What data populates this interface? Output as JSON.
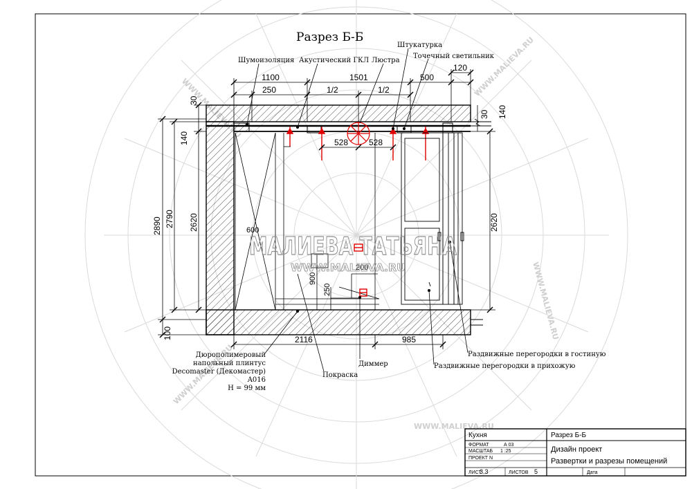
{
  "drawing": {
    "title": "Разрез Б-Б",
    "watermark": {
      "name": "МАЛИЕВА ТАТЬЯНА",
      "site": "WWW.MALIEVA.RU"
    },
    "callouts": {
      "sound_insulation": "Шумоизоляция",
      "acoustic_gkl": "Акустический ГКЛ",
      "chandelier": "Люстра",
      "plaster": "Штукатурка",
      "spotlight": "Точечный светильник",
      "sliding_living": "Раздвижные перегородки в гостиную",
      "sliding_hall": "Раздвижные перегородки в прихожую",
      "dimmer": "Диммер",
      "paint": "Покраска",
      "skirting": [
        "Дюрополимеровый",
        "напольный плинтус",
        "Decomaster (Декомастер)",
        "A016",
        "H = 99 мм"
      ]
    },
    "dimensions": {
      "top_1100": "1100",
      "top_1501": "1501",
      "top_500": "500",
      "top_120": "120",
      "top_250": "250",
      "half_a": "1/2",
      "half_b": "1/2",
      "d528a": "528",
      "d528b": "528",
      "left_30": "30",
      "left_140": "140",
      "left_2890": "2890",
      "left_2790": "2790",
      "left_2620": "2620",
      "left_100": "100",
      "right_30": "30",
      "right_140": "140",
      "right_2620": "2620",
      "bottom_2116": "2116",
      "bottom_985": "985",
      "d600": "600",
      "d900": "900",
      "d250": "250",
      "d200": "200"
    }
  },
  "title_block": {
    "room": "Кухня",
    "sheet_title": "Разрез Б-Б",
    "format_label": "ФОРМАТ",
    "format_value": "А 03",
    "scale_label": "МАСШТАБ",
    "scale_value": "1 :25",
    "project_label": "ПРОЕКТ N",
    "sheet_label": "ЛИСТ",
    "sheet_value": "3.3",
    "sheets_label": "ЛИСТОВ",
    "sheets_value": "5",
    "project_type": "Дизайн проект",
    "section_title": "Развертки и разрезы помещений",
    "date_label": "Дата"
  }
}
